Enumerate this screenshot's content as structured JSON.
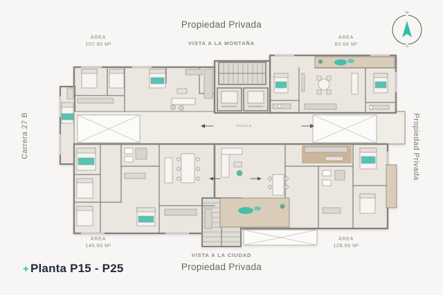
{
  "title": {
    "plus": "+",
    "label": "Planta P15 - P25"
  },
  "compass": {
    "north": "N",
    "south": "S"
  },
  "surroundings": {
    "top": "Propiedad Privada",
    "top_view": "VISTA A LA MONTAÑA",
    "left_street": "Carrera 27 B",
    "right": "Propiedad Privada",
    "bottom_view": "VISTA A LA CIUDAD",
    "bottom": "Propiedad Privada"
  },
  "units": {
    "top_left": {
      "area_label": "ÁREA",
      "area_value": "107.95 M²"
    },
    "top_right": {
      "area_label": "ÁREA",
      "area_value": "83.64 M²"
    },
    "bottom_left": {
      "area_label": "ÁREA",
      "area_value": "145.60 M²"
    },
    "bottom_right": {
      "area_label": "ÁREA",
      "area_value": "128.56 M²"
    }
  },
  "core": {
    "elevator": "ASCENSOR",
    "corridor": "PASILLO"
  },
  "colors": {
    "teal_accent": "#36bcab",
    "wall": "#84817c",
    "floor": "#ebe7e0",
    "wood_deck": "#d9cdb9",
    "title_dark": "#232a3b",
    "label_gray": "#8b8985"
  }
}
